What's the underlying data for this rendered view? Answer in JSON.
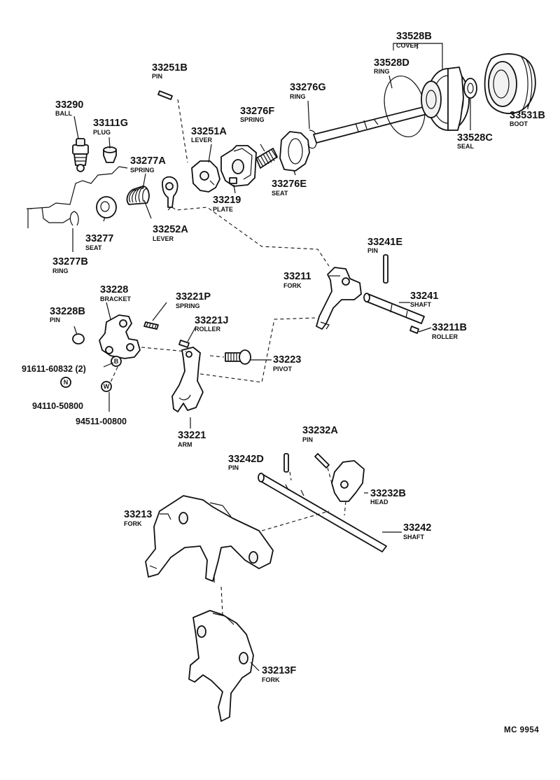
{
  "parts": {
    "p33290": {
      "number": "33290",
      "name": "BALL"
    },
    "p33111G": {
      "number": "33111G",
      "name": "PLUG"
    },
    "p33277A": {
      "number": "33277A",
      "name": "SPRING"
    },
    "p33277": {
      "number": "33277",
      "name": "SEAT"
    },
    "p33277B": {
      "number": "33277B",
      "name": "RING"
    },
    "p33251B": {
      "number": "33251B",
      "name": "PIN"
    },
    "p33251A": {
      "number": "33251A",
      "name": "LEVER"
    },
    "p33252A": {
      "number": "33252A",
      "name": "LEVER"
    },
    "p33276F": {
      "number": "33276F",
      "name": "SPRING"
    },
    "p33219": {
      "number": "33219",
      "name": "PLATE"
    },
    "p33276G": {
      "number": "33276G",
      "name": "RING"
    },
    "p33276E": {
      "number": "33276E",
      "name": "SEAT"
    },
    "p33528B": {
      "number": "33528B",
      "name": "COVER"
    },
    "p33528D": {
      "number": "33528D",
      "name": "RING"
    },
    "p33528C": {
      "number": "33528C",
      "name": "SEAL"
    },
    "p33531B": {
      "number": "33531B",
      "name": "BOOT"
    },
    "p33241E": {
      "number": "33241E",
      "name": "PIN"
    },
    "p33211": {
      "number": "33211",
      "name": "FORK"
    },
    "p33241": {
      "number": "33241",
      "name": "SHAFT"
    },
    "p33211B": {
      "number": "33211B",
      "name": "ROLLER"
    },
    "p33228": {
      "number": "33228",
      "name": "BRACKET"
    },
    "p33228B": {
      "number": "33228B",
      "name": "PIN"
    },
    "p33221P": {
      "number": "33221P",
      "name": "SPRING"
    },
    "p33221J": {
      "number": "33221J",
      "name": "ROLLER"
    },
    "p33223": {
      "number": "33223",
      "name": "PIVOT"
    },
    "p33221": {
      "number": "33221",
      "name": "ARM"
    },
    "p33232A": {
      "number": "33232A",
      "name": "PIN"
    },
    "p33242D": {
      "number": "33242D",
      "name": "PIN"
    },
    "p33232B": {
      "number": "33232B",
      "name": "HEAD"
    },
    "p33213": {
      "number": "33213",
      "name": "FORK"
    },
    "p33242": {
      "number": "33242",
      "name": "SHAFT"
    },
    "p33213F": {
      "number": "33213F",
      "name": "FORK"
    }
  },
  "hardware": {
    "bolt_code": "91611-60832 (2)",
    "nut_code": "94110-50800",
    "washer_code": "94511-00800",
    "bolt_symbol": "B",
    "nut_symbol": "N",
    "washer_symbol": "W"
  },
  "diagram_ref": "MC 9954"
}
